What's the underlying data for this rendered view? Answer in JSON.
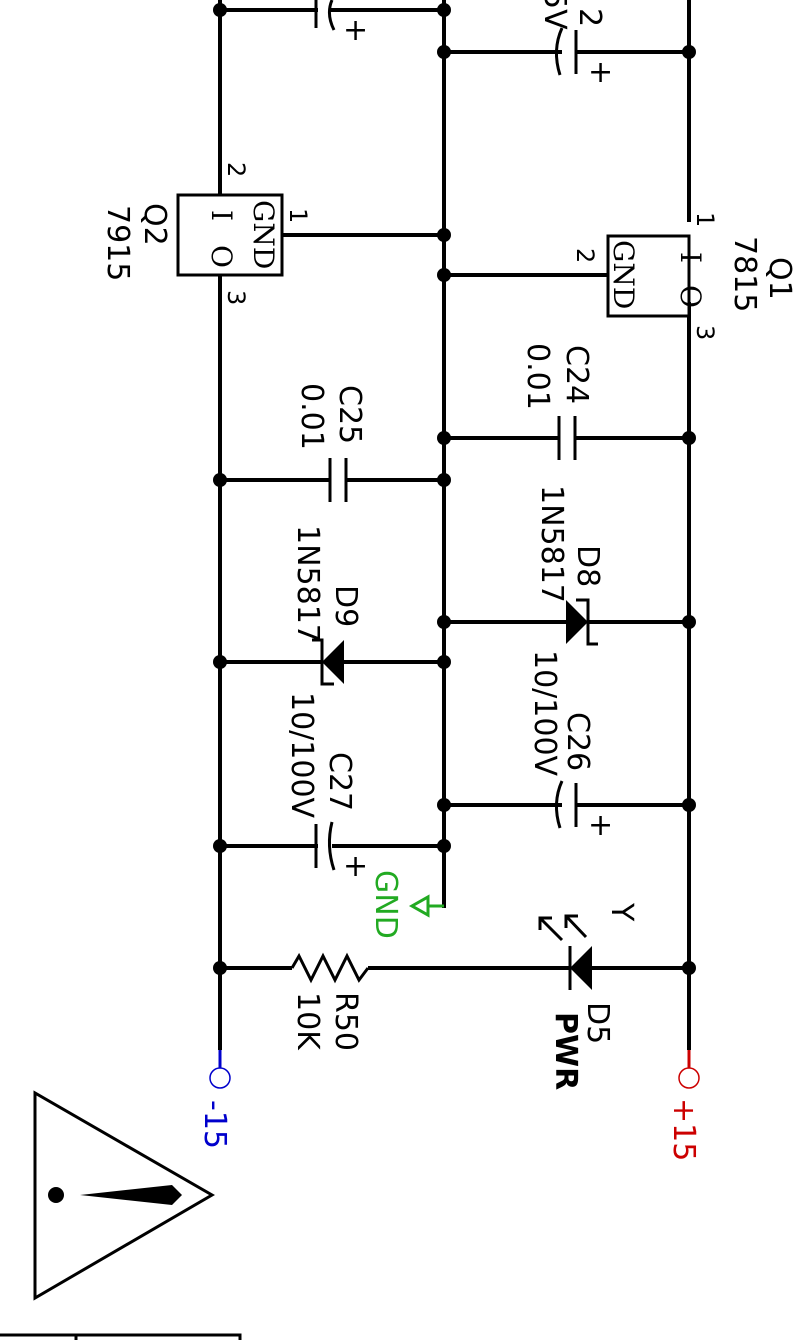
{
  "colors": {
    "wire": "#000000",
    "gnd": "#22aa22",
    "positive_rail": "#cc0000",
    "negative_rail": "#0000cc"
  },
  "components": {
    "q1": {
      "ref": "Q1",
      "value": "7815",
      "pin_in": "I",
      "pin_out": "O",
      "pin_gnd": "GND",
      "pin1": "1",
      "pin2": "2",
      "pin3": "3"
    },
    "q2": {
      "ref": "Q2",
      "value": "7915",
      "pin_in": "I",
      "pin_out": "O",
      "pin_gnd": "GND",
      "pin1": "1",
      "pin2": "2",
      "pin3": "3"
    },
    "c24": {
      "ref": "C24",
      "value": "0.01"
    },
    "c25": {
      "ref": "C25",
      "value": "0.01"
    },
    "c26": {
      "ref": "C26",
      "value": "10/100V",
      "polarity": "+"
    },
    "c27": {
      "ref": "C27",
      "value": "10/100V",
      "polarity": "+"
    },
    "d8": {
      "ref": "D8",
      "value": "1N5817"
    },
    "d9": {
      "ref": "D9",
      "value": "1N5817"
    },
    "d5": {
      "ref": "D5",
      "value": "PWR",
      "color": "Y"
    },
    "r50": {
      "ref": "R50",
      "value": "10K"
    },
    "top_cap_left": {
      "polarity": "+"
    },
    "top_cap_right": {
      "ref_partial": "2",
      "value_partial": "5V",
      "polarity": "+"
    }
  },
  "nets": {
    "gnd": "GND",
    "positive": "+15",
    "negative": "-15"
  },
  "icons": {
    "warning": "warning-triangle-icon",
    "gnd": "ground-arrow-icon",
    "led": "led-light-rays-icon"
  }
}
